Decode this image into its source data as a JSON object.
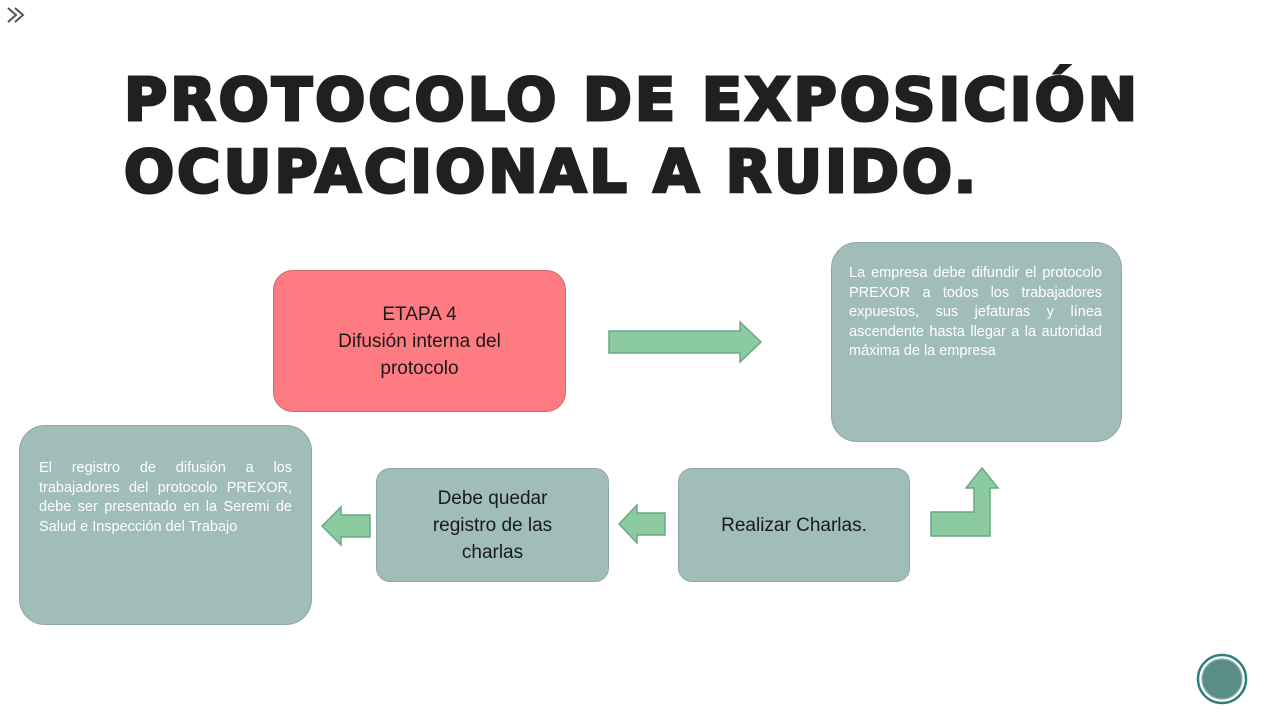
{
  "title": {
    "line1": "PROTOCOLO DE EXPOSICIÓN",
    "line2": "OCUPACIONAL A RUIDO."
  },
  "stage_box": {
    "line1": "ETAPA 4",
    "line2": "Difusión interna del",
    "line3": "protocolo"
  },
  "company_box": {
    "text": "La empresa debe difundir el protocolo PREXOR a todos los trabajadores expuestos, sus jefaturas y línea ascendente hasta llegar a la autoridad máxima de la empresa"
  },
  "talks_box": {
    "text": "Realizar Charlas."
  },
  "record_box": {
    "line1": "Debe quedar",
    "line2": "registro de las",
    "line3": "charlas"
  },
  "seremi_box": {
    "text": "El registro de difusión a los trabajadores del protocolo PREXOR, debe ser presentado en la Seremi de Salud e Inspección del Trabajo"
  },
  "colors": {
    "teal_box": "#a0bdba",
    "pink_box": "#fe7c81",
    "arrow_fill": "#8ccaa0",
    "title": "#202020"
  },
  "icons": [
    "slide-corner-icon",
    "right-arrow-icon",
    "turn-arrow-icon",
    "left-arrow-icon",
    "circle-logo-icon"
  ]
}
